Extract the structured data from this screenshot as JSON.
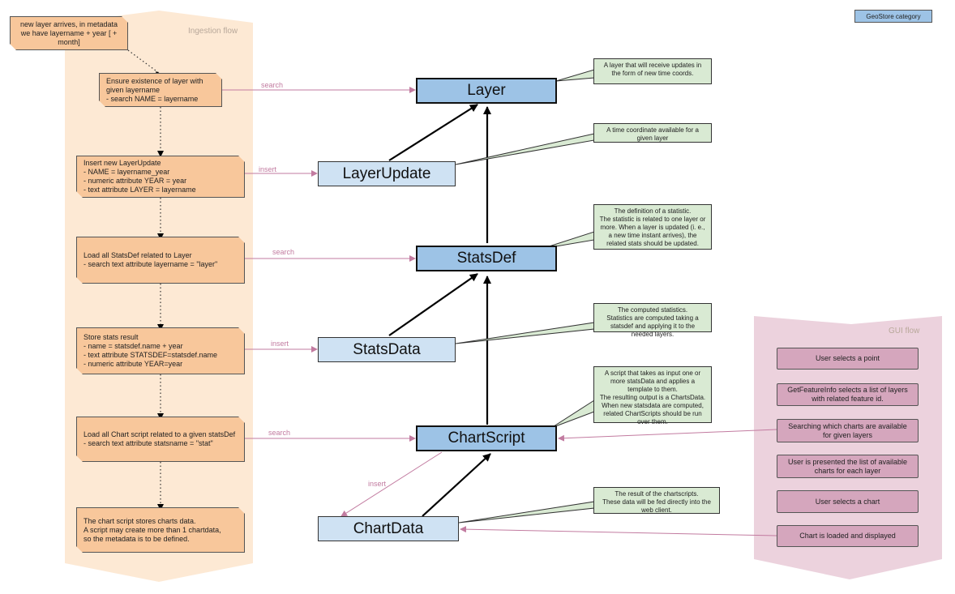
{
  "legend": {
    "geostore_category": "GeoStore category"
  },
  "lanes": {
    "ingestion_title": "Ingestion flow",
    "gui_title": "GUI flow"
  },
  "ingestion": {
    "start": "new layer arrives, in metadata we have layername + year [ + month]",
    "steps": [
      "Ensure existence of layer with given layername\n- search NAME = layername",
      "Insert new LayerUpdate\n- NAME = layername_year\n- numeric attribute YEAR = year\n- text attribute LAYER = layername",
      "Load all StatsDef related to Layer\n- search text attribute layername = \"layer\"",
      "Store stats result\n- name = statsdef.name + year\n- text attribute STATSDEF=statsdef.name\n- numeric attribute YEAR=year",
      "Load all Chart script related to a given statsDef\n- search text attribute statsname = \"stat\"",
      "The chart script stores charts data.\nA script may create more than 1 chartdata,\nso the metadata is to be defined."
    ]
  },
  "entities": {
    "layer": "Layer",
    "layer_update": "LayerUpdate",
    "stats_def": "StatsDef",
    "stats_data": "StatsData",
    "chart_script": "ChartScript",
    "chart_data": "ChartData"
  },
  "notes": {
    "layer": "A layer that will receive updates in the form of new time coords.",
    "layer_update": "A time coordinate available for a given layer",
    "stats_def": "The definition of a statistic.\nThe statistic is related to one layer or more. When a layer is updated (i. e., a new time instant arrives), the related stats should be updated.",
    "stats_data": "The computed statistics.\nStatistics are computed taking a statsdef and applying it to the needed layers.",
    "chart_script": "A script that takes as input one or more statsData and applies a template to them.\nThe resulting output is a ChartsData.\nWhen new statsdata are computed, related ChartScripts should be run over them.",
    "chart_data": "The result of the chartscripts.\nThese data will be fed directly into the web client."
  },
  "edge_labels": {
    "search_layer": "search",
    "insert_layer_update": "insert",
    "search_stats_def": "search",
    "insert_stats_data": "insert",
    "search_chart_script": "search",
    "insert_chart_data": "insert"
  },
  "gui": {
    "steps": [
      "User selects a point",
      "GetFeatureInfo selects a list of layers with related feature id.",
      "Searching which charts are available for given layers",
      "User is presented the list of available charts for each layer",
      "User selects a chart",
      "Chart is loaded and displayed"
    ]
  },
  "colors": {
    "ingestion_lane": "#fde9d4",
    "gui_lane": "#ecd2dd",
    "step_fill": "#f8c79b",
    "geostore_fill": "#9dc3e6",
    "entity_fill": "#cfe2f3",
    "note_fill": "#d9ead3",
    "gui_step_fill": "#d5a6bd",
    "edge_label": "#c27ba0"
  }
}
